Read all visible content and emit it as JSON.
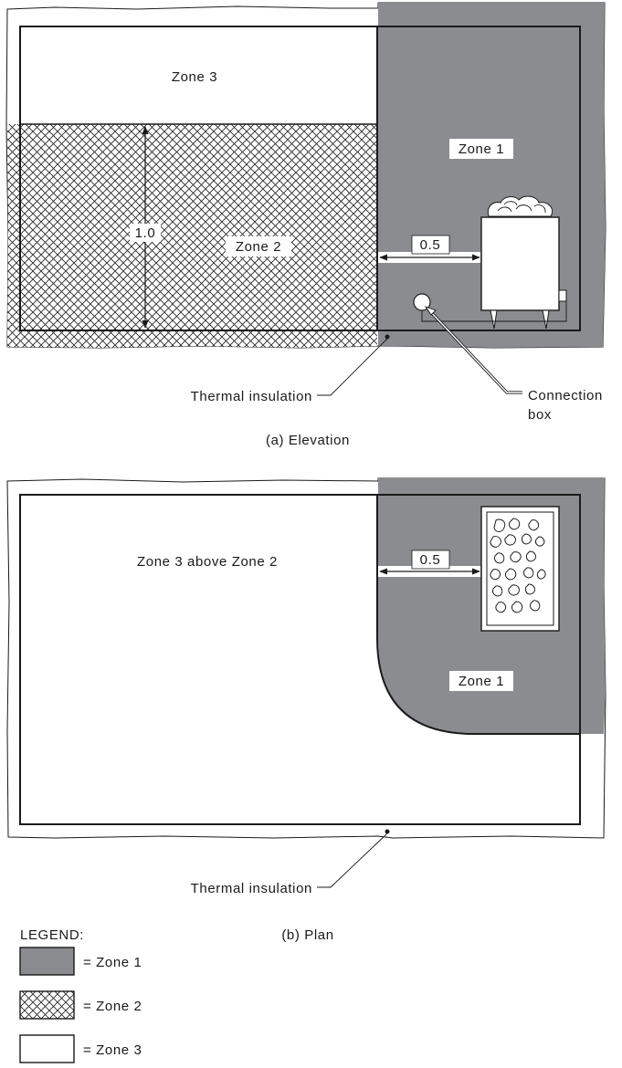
{
  "elevation": {
    "zone3_label": "Zone 3",
    "zone2_label": "Zone 2",
    "zone1_label": "Zone 1",
    "height_dim": "1.0",
    "clearance_dim": "0.5",
    "insulation_label": "Thermal insulation",
    "connection_label_line1": "Connection",
    "connection_label_line2": "box",
    "caption": "(a) Elevation"
  },
  "plan": {
    "zone3_label": "Zone 3 above Zone 2",
    "zone1_label": "Zone 1",
    "clearance_dim": "0.5",
    "insulation_label": "Thermal insulation",
    "caption": "(b) Plan"
  },
  "legend": {
    "title": "LEGEND:",
    "items": [
      {
        "label": "= Zone 1",
        "swatch": "solid-gray"
      },
      {
        "label": "= Zone 2",
        "swatch": "crosshatch"
      },
      {
        "label": "= Zone 3",
        "swatch": "white"
      }
    ]
  },
  "colors": {
    "zone1": "#8a8c8f",
    "line": "#1a1a1a"
  }
}
